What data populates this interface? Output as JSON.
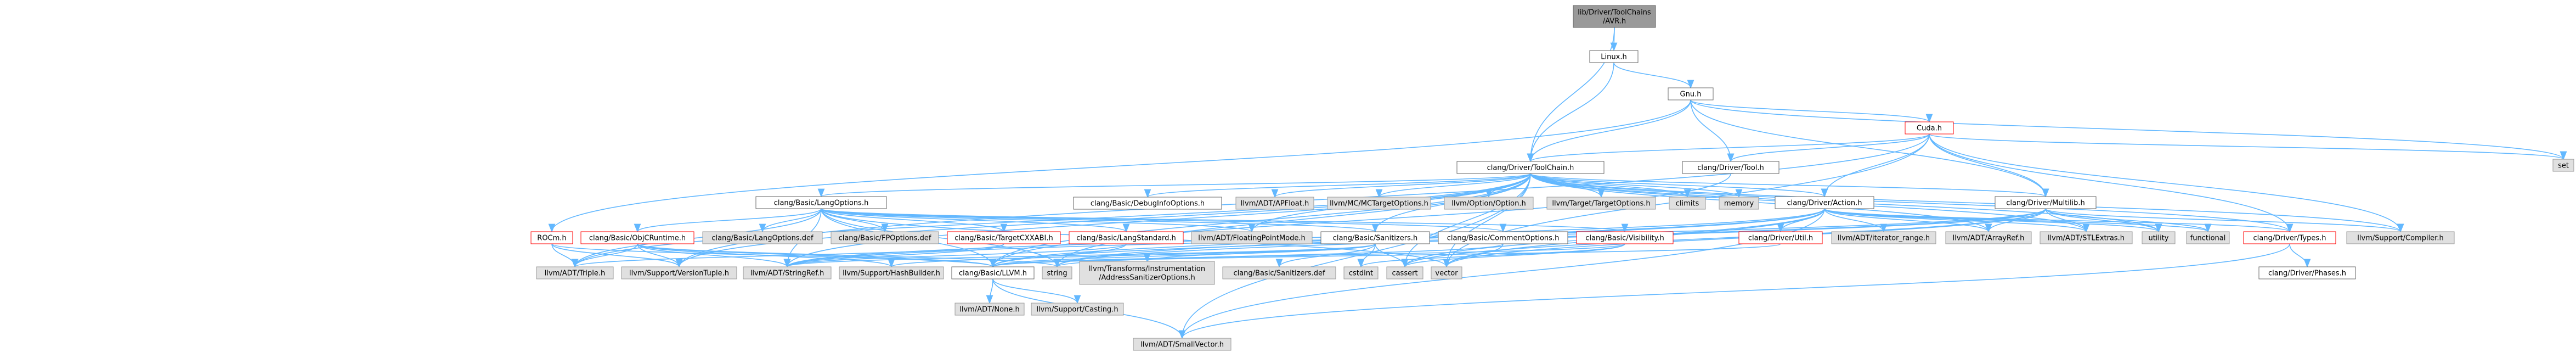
{
  "colors": {
    "edge": "#63b8ff",
    "root_fill": "#999999",
    "node_fill": "#ffffff",
    "node_border": "#666666",
    "external_fill": "#e0e0e0",
    "external_border": "#999999",
    "error_border": "#ff0000"
  },
  "nodes": [
    {
      "id": "n_root",
      "label": "lib/Driver/ToolChains\n/AVR.h",
      "kind": "root"
    },
    {
      "id": "n_linux",
      "label": "Linux.h",
      "kind": "normal"
    },
    {
      "id": "n_gnu",
      "label": "Gnu.h",
      "kind": "normal"
    },
    {
      "id": "n_cuda",
      "label": "Cuda.h",
      "kind": "error"
    },
    {
      "id": "n_toolchain",
      "label": "clang/Driver/ToolChain.h",
      "kind": "normal"
    },
    {
      "id": "n_tool",
      "label": "clang/Driver/Tool.h",
      "kind": "normal"
    },
    {
      "id": "n_set",
      "label": "set",
      "kind": "external"
    },
    {
      "id": "n_langopts",
      "label": "clang/Basic/LangOptions.h",
      "kind": "normal"
    },
    {
      "id": "n_rocm",
      "label": "ROCm.h",
      "kind": "error"
    },
    {
      "id": "n_debuginfo",
      "label": "clang/Basic/DebugInfoOptions.h",
      "kind": "normal"
    },
    {
      "id": "n_apfloat",
      "label": "llvm/ADT/APFloat.h",
      "kind": "external"
    },
    {
      "id": "n_mctarget",
      "label": "llvm/MC/MCTargetOptions.h",
      "kind": "external"
    },
    {
      "id": "n_option",
      "label": "llvm/Option/Option.h",
      "kind": "external"
    },
    {
      "id": "n_targetopts",
      "label": "llvm/Target/TargetOptions.h",
      "kind": "external"
    },
    {
      "id": "n_climits",
      "label": "climits",
      "kind": "external"
    },
    {
      "id": "n_memory",
      "label": "memory",
      "kind": "external"
    },
    {
      "id": "n_action",
      "label": "clang/Driver/Action.h",
      "kind": "normal"
    },
    {
      "id": "n_multilib",
      "label": "clang/Driver/Multilib.h",
      "kind": "normal"
    },
    {
      "id": "n_objcrt",
      "label": "clang/Basic/ObjCRuntime.h",
      "kind": "error"
    },
    {
      "id": "n_langoptsdef",
      "label": "clang/Basic/LangOptions.def",
      "kind": "external"
    },
    {
      "id": "n_fpoptsdef",
      "label": "clang/Basic/FPOptions.def",
      "kind": "external"
    },
    {
      "id": "n_targetcxxabi",
      "label": "clang/Basic/TargetCXXABI.h",
      "kind": "error"
    },
    {
      "id": "n_langstd",
      "label": "clang/Basic/LangStandard.h",
      "kind": "error"
    },
    {
      "id": "n_floatmode",
      "label": "llvm/ADT/FloatingPointMode.h",
      "kind": "external"
    },
    {
      "id": "n_sanitizers",
      "label": "clang/Basic/Sanitizers.h",
      "kind": "normal"
    },
    {
      "id": "n_commentopts",
      "label": "clang/Basic/CommentOptions.h",
      "kind": "normal"
    },
    {
      "id": "n_visibility",
      "label": "clang/Basic/Visibility.h",
      "kind": "error"
    },
    {
      "id": "n_driverutil",
      "label": "clang/Driver/Util.h",
      "kind": "error"
    },
    {
      "id": "n_iterrange",
      "label": "llvm/ADT/iterator_range.h",
      "kind": "external"
    },
    {
      "id": "n_arrayref",
      "label": "llvm/ADT/ArrayRef.h",
      "kind": "external"
    },
    {
      "id": "n_stlextras",
      "label": "llvm/ADT/STLExtras.h",
      "kind": "external"
    },
    {
      "id": "n_utility",
      "label": "utility",
      "kind": "external"
    },
    {
      "id": "n_functional",
      "label": "functional",
      "kind": "external"
    },
    {
      "id": "n_types",
      "label": "clang/Driver/Types.h",
      "kind": "error"
    },
    {
      "id": "n_compiler",
      "label": "llvm/Support/Compiler.h",
      "kind": "external"
    },
    {
      "id": "n_triple",
      "label": "llvm/ADT/Triple.h",
      "kind": "external"
    },
    {
      "id": "n_versiontuple",
      "label": "llvm/Support/VersionTuple.h",
      "kind": "external"
    },
    {
      "id": "n_stringref",
      "label": "llvm/ADT/StringRef.h",
      "kind": "external"
    },
    {
      "id": "n_hashbuilder",
      "label": "llvm/Support/HashBuilder.h",
      "kind": "external"
    },
    {
      "id": "n_llvm",
      "label": "clang/Basic/LLVM.h",
      "kind": "normal"
    },
    {
      "id": "n_string",
      "label": "string",
      "kind": "external"
    },
    {
      "id": "n_asanopts",
      "label": "llvm/Transforms/Instrumentation\n/AddressSanitizerOptions.h",
      "kind": "external"
    },
    {
      "id": "n_sanitizersdef",
      "label": "clang/Basic/Sanitizers.def",
      "kind": "external"
    },
    {
      "id": "n_cstdint",
      "label": "cstdint",
      "kind": "external"
    },
    {
      "id": "n_cassert",
      "label": "cassert",
      "kind": "external"
    },
    {
      "id": "n_vector",
      "label": "vector",
      "kind": "external"
    },
    {
      "id": "n_phases",
      "label": "clang/Driver/Phases.h",
      "kind": "normal"
    },
    {
      "id": "n_none",
      "label": "llvm/ADT/None.h",
      "kind": "external"
    },
    {
      "id": "n_casting",
      "label": "llvm/Support/Casting.h",
      "kind": "external"
    },
    {
      "id": "n_smallvector",
      "label": "llvm/ADT/SmallVector.h",
      "kind": "external"
    }
  ],
  "edges": [
    [
      "n_root",
      "n_linux"
    ],
    [
      "n_root",
      "n_toolchain"
    ],
    [
      "n_linux",
      "n_gnu"
    ],
    [
      "n_linux",
      "n_toolchain"
    ],
    [
      "n_gnu",
      "n_cuda"
    ],
    [
      "n_gnu",
      "n_rocm"
    ],
    [
      "n_gnu",
      "n_toolchain"
    ],
    [
      "n_gnu",
      "n_tool"
    ],
    [
      "n_gnu",
      "n_set"
    ],
    [
      "n_gnu",
      "n_multilib"
    ],
    [
      "n_cuda",
      "n_toolchain"
    ],
    [
      "n_cuda",
      "n_tool"
    ],
    [
      "n_cuda",
      "n_action"
    ],
    [
      "n_cuda",
      "n_multilib"
    ],
    [
      "n_cuda",
      "n_versiontuple"
    ],
    [
      "n_cuda",
      "n_types"
    ],
    [
      "n_cuda",
      "n_compiler"
    ],
    [
      "n_cuda",
      "n_set"
    ],
    [
      "n_cuda",
      "n_vector"
    ],
    [
      "n_tool",
      "n_llvm"
    ],
    [
      "n_rocm",
      "n_triple"
    ],
    [
      "n_rocm",
      "n_versiontuple"
    ],
    [
      "n_rocm",
      "n_llvm"
    ],
    [
      "n_toolchain",
      "n_langopts"
    ],
    [
      "n_toolchain",
      "n_debuginfo"
    ],
    [
      "n_toolchain",
      "n_apfloat"
    ],
    [
      "n_toolchain",
      "n_mctarget"
    ],
    [
      "n_toolchain",
      "n_option"
    ],
    [
      "n_toolchain",
      "n_targetopts"
    ],
    [
      "n_toolchain",
      "n_climits"
    ],
    [
      "n_toolchain",
      "n_memory"
    ],
    [
      "n_toolchain",
      "n_action"
    ],
    [
      "n_toolchain",
      "n_multilib"
    ],
    [
      "n_toolchain",
      "n_sanitizers"
    ],
    [
      "n_toolchain",
      "n_llvm"
    ],
    [
      "n_toolchain",
      "n_floatmode"
    ],
    [
      "n_toolchain",
      "n_arrayref"
    ],
    [
      "n_toolchain",
      "n_stlextras"
    ],
    [
      "n_toolchain",
      "n_utility"
    ],
    [
      "n_toolchain",
      "n_triple"
    ],
    [
      "n_toolchain",
      "n_versiontuple"
    ],
    [
      "n_toolchain",
      "n_stringref"
    ],
    [
      "n_toolchain",
      "n_string"
    ],
    [
      "n_toolchain",
      "n_cassert"
    ],
    [
      "n_toolchain",
      "n_vector"
    ],
    [
      "n_toolchain",
      "n_smallvector"
    ],
    [
      "n_toolchain",
      "n_types"
    ],
    [
      "n_toolchain",
      "n_compiler"
    ],
    [
      "n_langopts",
      "n_objcrt"
    ],
    [
      "n_langopts",
      "n_langoptsdef"
    ],
    [
      "n_langopts",
      "n_fpoptsdef"
    ],
    [
      "n_langopts",
      "n_targetcxxabi"
    ],
    [
      "n_langopts",
      "n_langstd"
    ],
    [
      "n_langopts",
      "n_floatmode"
    ],
    [
      "n_langopts",
      "n_sanitizers"
    ],
    [
      "n_langopts",
      "n_commentopts"
    ],
    [
      "n_langopts",
      "n_visibility"
    ],
    [
      "n_langopts",
      "n_llvm"
    ],
    [
      "n_langopts",
      "n_triple"
    ],
    [
      "n_langopts",
      "n_stringref"
    ],
    [
      "n_langopts",
      "n_string"
    ],
    [
      "n_langopts",
      "n_vector"
    ],
    [
      "n_objcrt",
      "n_triple"
    ],
    [
      "n_objcrt",
      "n_versiontuple"
    ],
    [
      "n_objcrt",
      "n_stringref"
    ],
    [
      "n_objcrt",
      "n_hashbuilder"
    ],
    [
      "n_objcrt",
      "n_llvm"
    ],
    [
      "n_objcrt",
      "n_string"
    ],
    [
      "n_targetcxxabi",
      "n_stringref"
    ],
    [
      "n_targetcxxabi",
      "n_triple"
    ],
    [
      "n_langstd",
      "n_llvm"
    ],
    [
      "n_langstd",
      "n_stringref"
    ],
    [
      "n_sanitizers",
      "n_llvm"
    ],
    [
      "n_sanitizers",
      "n_stringref"
    ],
    [
      "n_sanitizers",
      "n_hashbuilder"
    ],
    [
      "n_sanitizers",
      "n_asanopts"
    ],
    [
      "n_sanitizers",
      "n_sanitizersdef"
    ],
    [
      "n_sanitizers",
      "n_cassert"
    ],
    [
      "n_sanitizers",
      "n_cstdint"
    ],
    [
      "n_commentopts",
      "n_string"
    ],
    [
      "n_commentopts",
      "n_vector"
    ],
    [
      "n_visibility",
      "n_llvm"
    ],
    [
      "n_visibility",
      "n_cassert"
    ],
    [
      "n_visibility",
      "n_cstdint"
    ],
    [
      "n_action",
      "n_driverutil"
    ],
    [
      "n_action",
      "n_types"
    ],
    [
      "n_action",
      "n_llvm"
    ],
    [
      "n_action",
      "n_iterrange"
    ],
    [
      "n_action",
      "n_arrayref"
    ],
    [
      "n_action",
      "n_stlextras"
    ],
    [
      "n_action",
      "n_stringref"
    ],
    [
      "n_action",
      "n_string"
    ],
    [
      "n_action",
      "n_smallvector"
    ],
    [
      "n_action",
      "n_functional"
    ],
    [
      "n_action",
      "n_utility"
    ],
    [
      "n_action",
      "n_cassert"
    ],
    [
      "n_action",
      "n_vector"
    ],
    [
      "n_multilib",
      "n_llvm"
    ],
    [
      "n_multilib",
      "n_arrayref"
    ],
    [
      "n_multilib",
      "n_stlextras"
    ],
    [
      "n_multilib",
      "n_stringref"
    ],
    [
      "n_multilib",
      "n_compiler"
    ],
    [
      "n_multilib",
      "n_utility"
    ],
    [
      "n_multilib",
      "n_functional"
    ],
    [
      "n_multilib",
      "n_cassert"
    ],
    [
      "n_multilib",
      "n_string"
    ],
    [
      "n_multilib",
      "n_vector"
    ],
    [
      "n_driverutil",
      "n_llvm"
    ],
    [
      "n_types",
      "n_phases"
    ],
    [
      "n_types",
      "n_smallvector"
    ],
    [
      "n_llvm",
      "n_none"
    ],
    [
      "n_llvm",
      "n_casting"
    ],
    [
      "n_llvm",
      "n_smallvector"
    ]
  ]
}
